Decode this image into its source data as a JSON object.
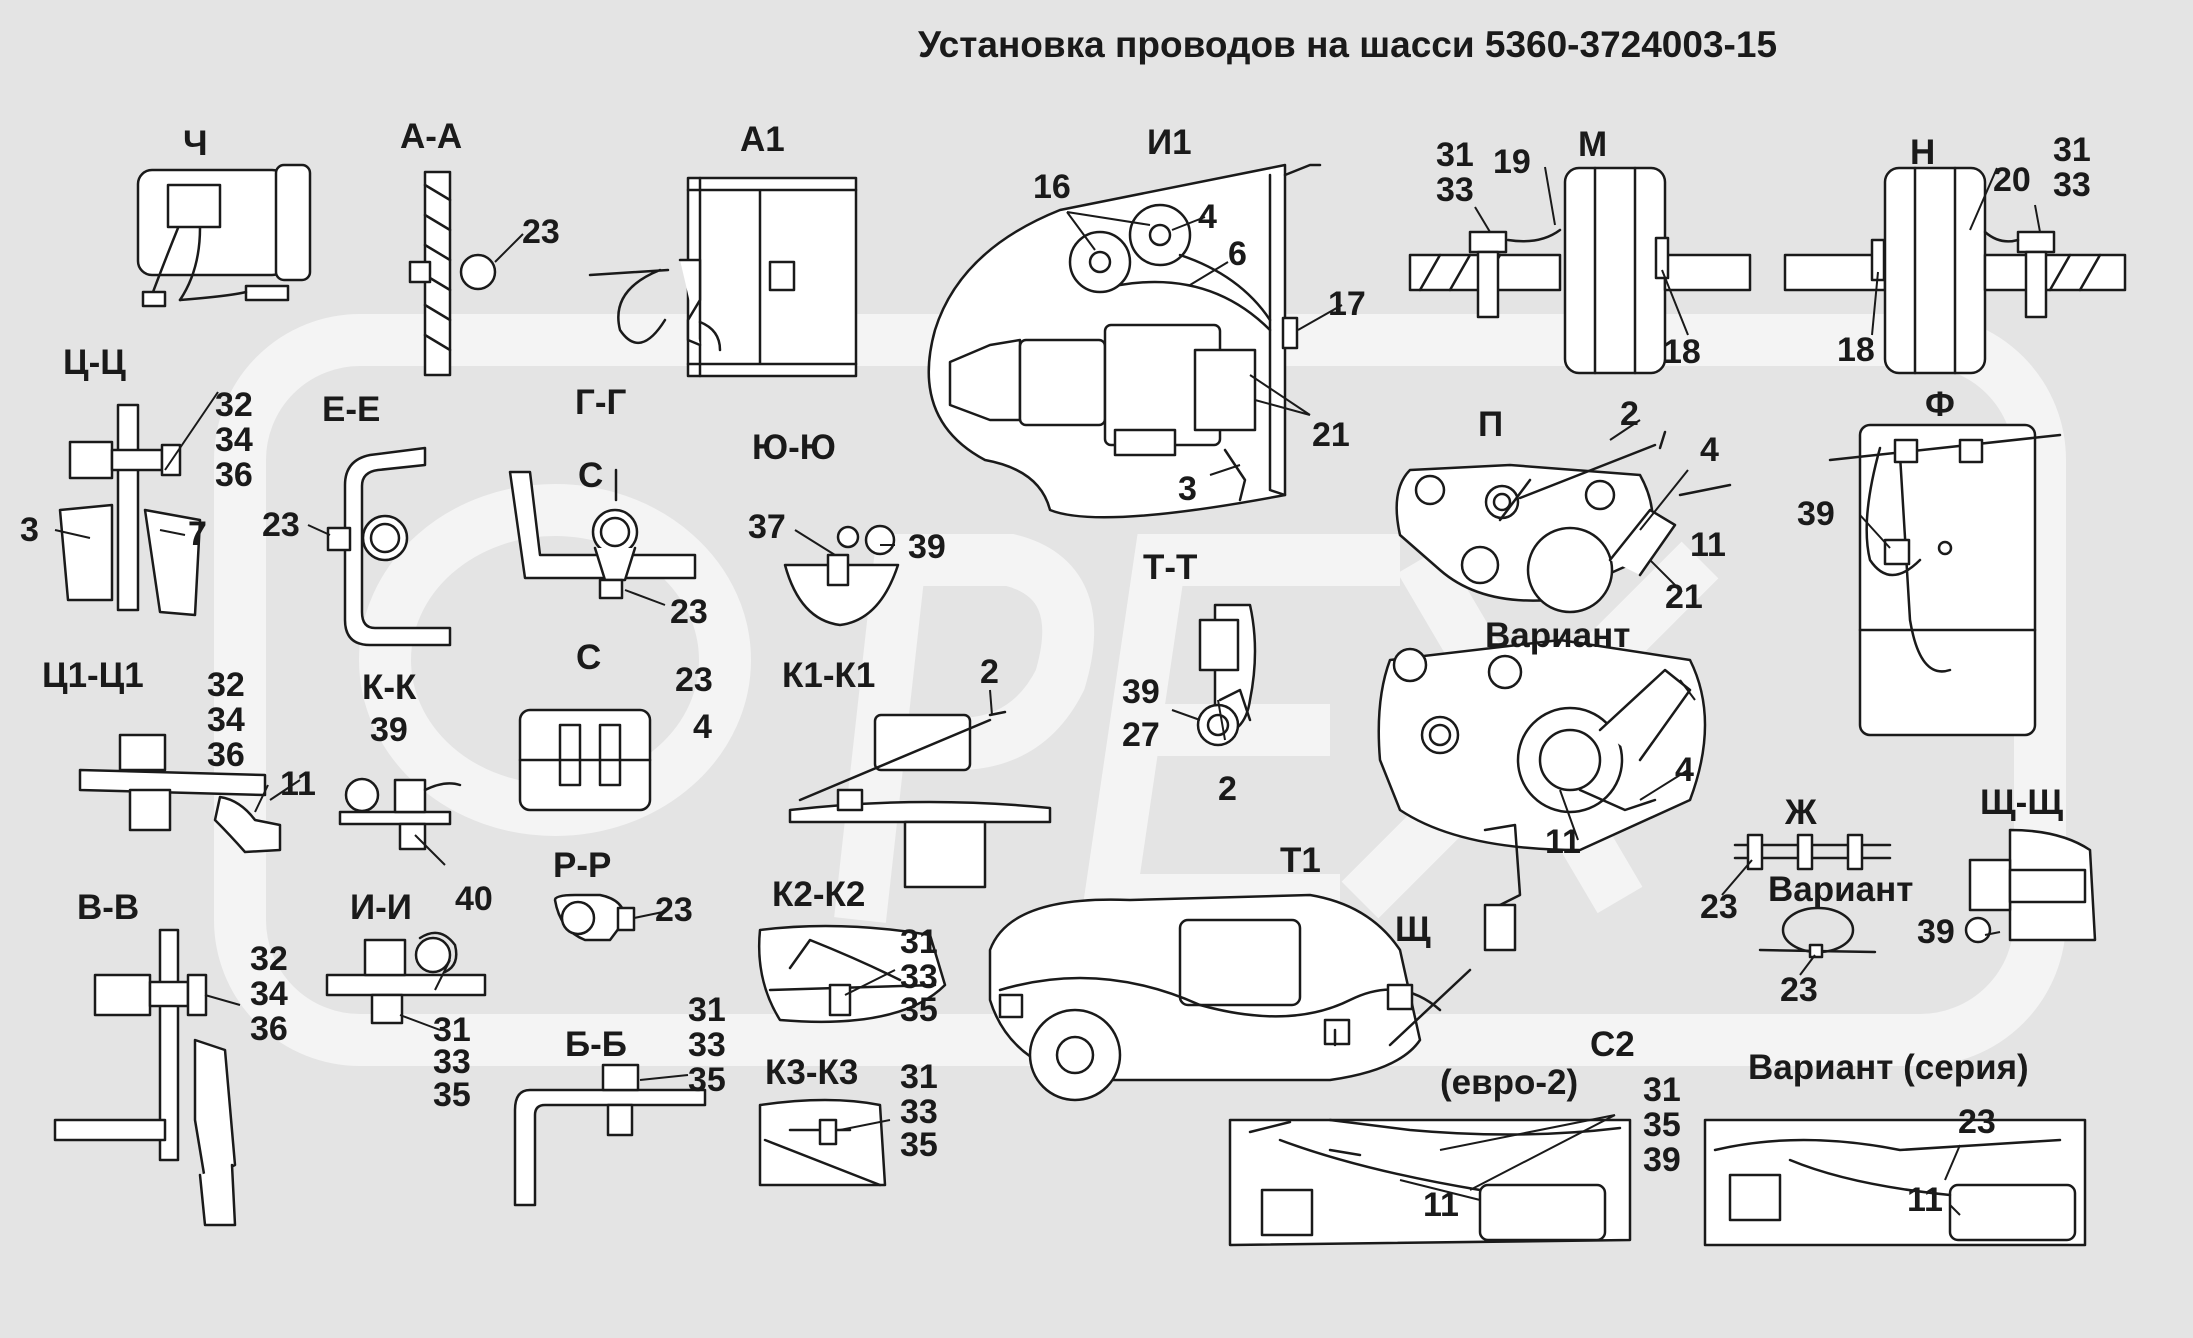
{
  "title": "Установка проводов на шасси 5360-3724003-15",
  "watermark": "OPEX",
  "colors": {
    "sheet": "#e4e4e4",
    "ink": "#1a1a1a",
    "watermark": "#f4f4f4",
    "drawing_fill": "#ffffff"
  },
  "views": {
    "ch": "Ч",
    "aa": "А-А",
    "a1": "А1",
    "i1": "И1",
    "m": "М",
    "n": "Н",
    "cc": "Ц-Ц",
    "ee": "Е-Е",
    "gg": "Г-Г",
    "yuyu": "Ю-Ю",
    "p": "П",
    "f": "Ф",
    "s_arrow": "С",
    "s": "С",
    "tt": "Т-Т",
    "variant1": "Вариант",
    "c1c1": "Ц1-Ц1",
    "kk": "К-К",
    "k1k1": "К1-К1",
    "zh": "Ж",
    "shch": "Щ-Щ",
    "variant2": "Вариант",
    "t1": "Т1",
    "rr": "Р-Р",
    "k2k2": "К2-К2",
    "vv": "В-В",
    "ii": "И-И",
    "shch_small": "Щ",
    "bb": "Б-Б",
    "k3k3": "К3-К3",
    "c2": "С2",
    "euro2": "(евро-2)",
    "variant_series": "Вариант (серия)"
  },
  "callouts": {
    "aa_23": "23",
    "i1_16": "16",
    "i1_4": "4",
    "i1_6": "6",
    "i1_17": "17",
    "i1_21": "21",
    "i1_3": "3",
    "m_31": "31",
    "m_33": "33",
    "m_19": "19",
    "m_18": "18",
    "n_20": "20",
    "n_31": "31",
    "n_33": "33",
    "n_18": "18",
    "cc_32": "32",
    "cc_34": "34",
    "cc_36": "36",
    "cc_3": "3",
    "cc_7": "7",
    "ee_23": "23",
    "gg_23": "23",
    "yuyu_37": "37",
    "yuyu_39": "39",
    "p_2": "2",
    "p_4": "4",
    "p_11": "11",
    "p_21": "21",
    "f_39": "39",
    "s_23": "23",
    "s_4": "4",
    "tt_39": "39",
    "tt_27": "27",
    "tt_2": "2",
    "var_4": "4",
    "var_11": "11",
    "c1c1_32": "32",
    "c1c1_34": "34",
    "c1c1_36": "36",
    "c1c1_11": "11",
    "kk_39": "39",
    "k1k1_2": "2",
    "zh_23": "23",
    "v2_23": "23",
    "shch_39": "39",
    "rr_23": "23",
    "k2_31": "31",
    "k2_33": "33",
    "k2_35": "35",
    "vv_32": "32",
    "vv_34": "34",
    "vv_36": "36",
    "ii_40": "40",
    "ii_31": "31",
    "ii_33": "33",
    "ii_35": "35",
    "bb_31": "31",
    "bb_33": "33",
    "bb_35": "35",
    "k3_31": "31",
    "k3_33": "33",
    "k3_35": "35",
    "c2_31": "31",
    "c2_35": "35",
    "c2_39": "39",
    "c2_11": "11",
    "vs_23": "23",
    "vs_11": "11"
  }
}
